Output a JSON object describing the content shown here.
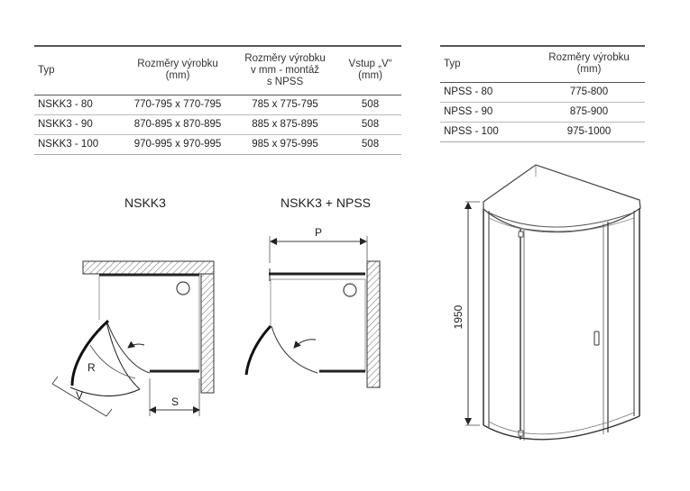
{
  "table_nskk3": {
    "headers": [
      "Typ",
      "Rozměry výrobku\n(mm)",
      "Rozměry výrobku\nv mm - montáž\ns NPSS",
      "Vstup „V“\n(mm)"
    ],
    "rows": [
      [
        "NSKK3 - 80",
        "770-795 x 770-795",
        "785 x 775-795",
        "508"
      ],
      [
        "NSKK3 - 90",
        "870-895 x 870-895",
        "885 x 875-895",
        "508"
      ],
      [
        "NSKK3 - 100",
        "970-995 x 970-995",
        "985 x 975-995",
        "508"
      ]
    ]
  },
  "table_npss": {
    "headers": [
      "Typ",
      "Rozměry výrobku\n(mm)"
    ],
    "rows": [
      [
        "NPSS - 80",
        "775-800"
      ],
      [
        "NPSS - 90",
        "875-900"
      ],
      [
        "NPSS - 100",
        "975-1000"
      ]
    ]
  },
  "diagrams": {
    "nskk3_title": "NSKK3",
    "nskk3_npss_title": "NSKK3 + NPSS",
    "label_r": "R",
    "label_v": "V",
    "label_s": "S",
    "label_p": "P",
    "height_label": "1950"
  }
}
